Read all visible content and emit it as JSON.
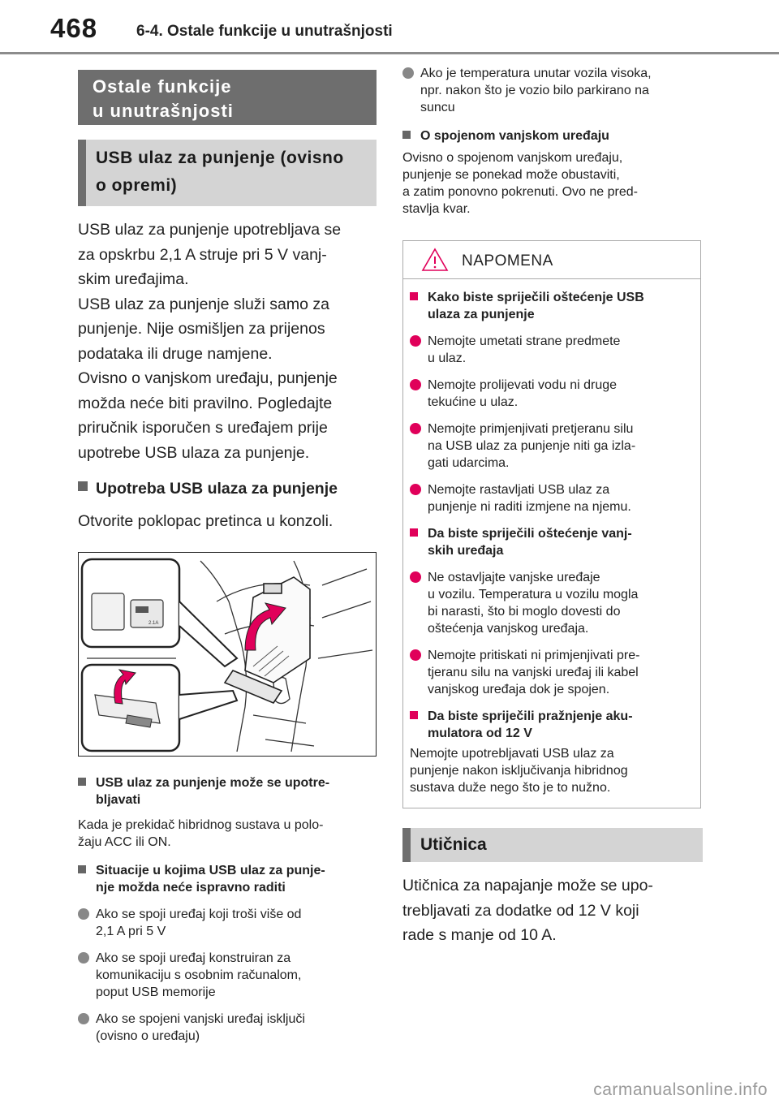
{
  "header": {
    "page_number": "468",
    "section_title": "6-4. Ostale funkcije u unutrašnjosti"
  },
  "left": {
    "chapter_box": [
      "Ostale funkcije",
      "u unutrašnjosti"
    ],
    "usb_heading": [
      "USB ulaz za punjenje (ovisno",
      "o opremi)"
    ],
    "intro_lines": [
      "USB ulaz za punjenje upotrebljava se",
      "za opskrbu 2,1 A struje pri 5 V vanj-",
      "skim uređajima.",
      "USB ulaz za punjenje služi samo za",
      "punjenje. Nije osmišljen za prijenos",
      "podataka ili druge namjene.",
      "Ovisno o vanjskom uređaju, punjenje",
      "možda neće biti pravilno. Pogledajte",
      "priručnik isporučen s uređajem prije",
      "upotrebe USB ulaza za punjenje."
    ],
    "usage_heading": "Upotreba USB ulaza za punjenje",
    "usage_text": "Otvorite poklopac pretinca u konzoli.",
    "figure_port_label": "2.1A",
    "usable_heading": [
      "USB ulaz za punjenje može se upotre-",
      "bljavati"
    ],
    "usable_text": [
      "Kada je prekidač hibridnog sustava u polo-",
      "žaju ACC ili ON."
    ],
    "situations_heading": [
      "Situacije u kojima USB ulaz za punje-",
      "nje možda neće ispravno raditi"
    ],
    "situations": [
      [
        "Ako se spoji uređaj koji troši više od",
        "2,1 A pri 5 V"
      ],
      [
        "Ako se spoji uređaj konstruiran za",
        "komunikaciju s osobnim računalom,",
        "poput USB memorije"
      ],
      [
        "Ako se spojeni vanjski uređaj isključi",
        "(ovisno o uređaju)"
      ]
    ]
  },
  "right": {
    "temp_bullet": [
      "Ako je temperatura unutar vozila visoka,",
      "npr. nakon što je vozio bilo parkirano na",
      "suncu"
    ],
    "device_heading": "O spojenom vanjskom uređaju",
    "device_text": [
      "Ovisno o spojenom vanjskom uređaju,",
      "punjenje se ponekad može obustaviti,",
      "a zatim ponovno pokrenuti. Ovo ne pred-",
      "stavlja kvar."
    ],
    "note": {
      "title": "NAPOMENA",
      "h1": [
        "Kako biste spriječili oštećenje USB",
        "ulaza za punjenje"
      ],
      "h1_items": [
        [
          "Nemojte umetati strane predmete",
          "u ulaz."
        ],
        [
          "Nemojte prolijevati vodu ni druge",
          "tekućine u ulaz."
        ],
        [
          "Nemojte primjenjivati pretjeranu silu",
          "na USB ulaz za punjenje niti ga izla-",
          "gati udarcima."
        ],
        [
          "Nemojte rastavljati USB ulaz za",
          "punjenje ni raditi izmjene na njemu."
        ]
      ],
      "h2": [
        "Da biste spriječili oštećenje vanj-",
        "skih uređaja"
      ],
      "h2_items": [
        [
          "Ne ostavljajte vanjske uređaje",
          "u vozilu. Temperatura u vozilu mogla",
          "bi narasti, što bi moglo dovesti do",
          "oštećenja vanjskog uređaja."
        ],
        [
          "Nemojte pritiskati ni primjenjivati pre-",
          "tjeranu silu na vanjski uređaj ili kabel",
          "vanjskog uređaja dok je spojen."
        ]
      ],
      "h3": [
        "Da biste spriječili pražnjenje aku-",
        "mulatora od 12 V"
      ],
      "h3_text": [
        "Nemojte upotrebljavati USB ulaz za",
        "punjenje nakon isključivanja hibridnog",
        "sustava duže nego što je to nužno."
      ]
    },
    "socket_heading": "Utičnica",
    "socket_text": [
      "Utičnica za napajanje može se upo-",
      "trebljavati za dodatke od 12 V koji",
      "rade s manje od 10 A."
    ]
  },
  "watermark": "carmanualsonline.info"
}
